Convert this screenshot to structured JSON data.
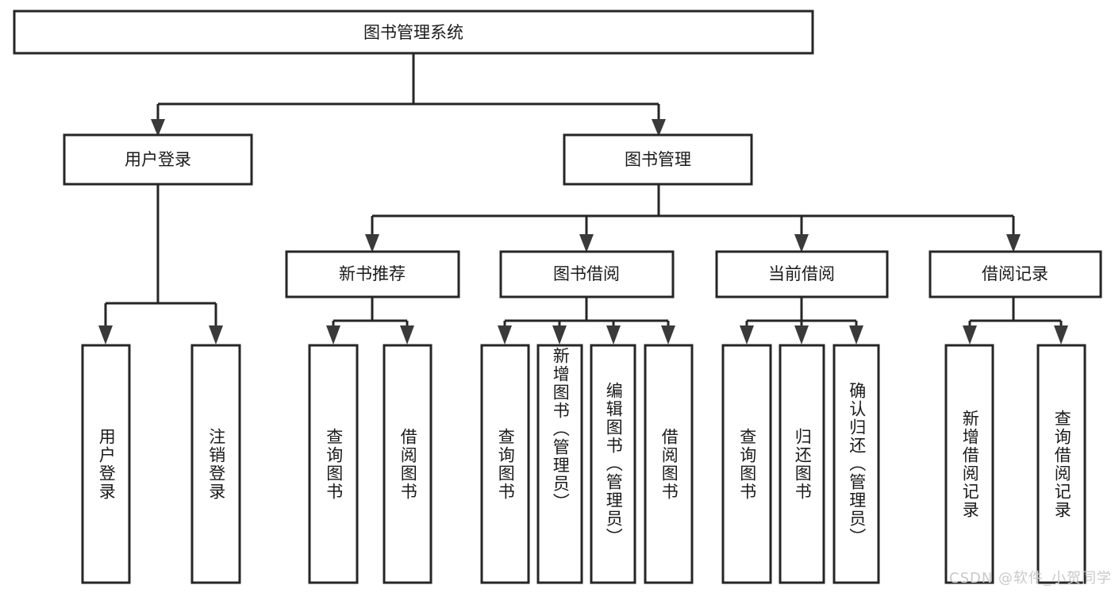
{
  "diagram": {
    "title": "图书管理系统",
    "type": "tree-hierarchy-chart",
    "stroke_color": "#262626",
    "fill_color": "#ffffff",
    "text_color": "#1a1a1a",
    "watermark": "CSDN @软件_小贺同学",
    "levels": {
      "root": {
        "label": "图书管理系统"
      },
      "level2": [
        {
          "label": "用户登录"
        },
        {
          "label": "图书管理"
        }
      ],
      "level3": [
        {
          "label": "新书推荐"
        },
        {
          "label": "图书借阅"
        },
        {
          "label": "当前借阅"
        },
        {
          "label": "借阅记录"
        }
      ],
      "leaves": {
        "user_login": [
          {
            "label": "用户登录"
          },
          {
            "label": "注销登录"
          }
        ],
        "new_book_recommend": [
          {
            "label": "查询图书"
          },
          {
            "label": "借阅图书"
          }
        ],
        "book_borrow": [
          {
            "label": "查询图书"
          },
          {
            "label": "新增图书（管理员）"
          },
          {
            "label": "编辑图书（管理员）"
          },
          {
            "label": "借阅图书"
          }
        ],
        "current_borrow": [
          {
            "label": "查询图书"
          },
          {
            "label": "归还图书"
          },
          {
            "label": "确认归还（管理员）"
          }
        ],
        "borrow_record": [
          {
            "label": "新增借阅记录"
          },
          {
            "label": "查询借阅记录"
          }
        ]
      }
    }
  }
}
